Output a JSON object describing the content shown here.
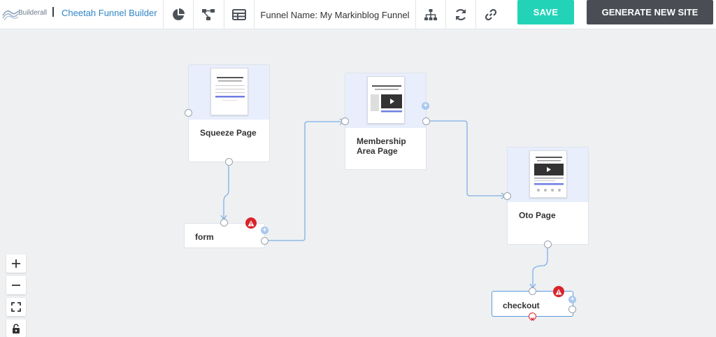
{
  "header": {
    "logo_text": "Builderall",
    "app_title": "Cheetah Funnel Builder",
    "funnel_name": "Funnel Name: My Markinblog Funnel",
    "save_label": "SAVE",
    "generate_label": "GENERATE NEW SITE",
    "toolbar_icons": [
      "analytics-pie-icon",
      "flow-tree-icon",
      "table-icon",
      "sitemap-icon",
      "refresh-icon",
      "link-icon"
    ]
  },
  "canvas": {
    "pages": [
      {
        "id": "squeeze",
        "label": "Squeeze Page"
      },
      {
        "id": "membership",
        "label": "Membership Area Page"
      },
      {
        "id": "oto",
        "label": "Oto Page"
      }
    ],
    "steps": [
      {
        "id": "form",
        "label": "form",
        "warning": true
      },
      {
        "id": "checkout",
        "label": "checkout",
        "warning": true,
        "selected": true
      }
    ]
  },
  "zoom_controls": [
    "zoom-in-icon",
    "zoom-out-icon",
    "fit-screen-icon",
    "lock-icon"
  ],
  "colors": {
    "accent": "#2f86c6",
    "save": "#23d3b8",
    "generate": "#4a4e54",
    "connector": "#7fb0e6",
    "warning": "#d9232a"
  }
}
